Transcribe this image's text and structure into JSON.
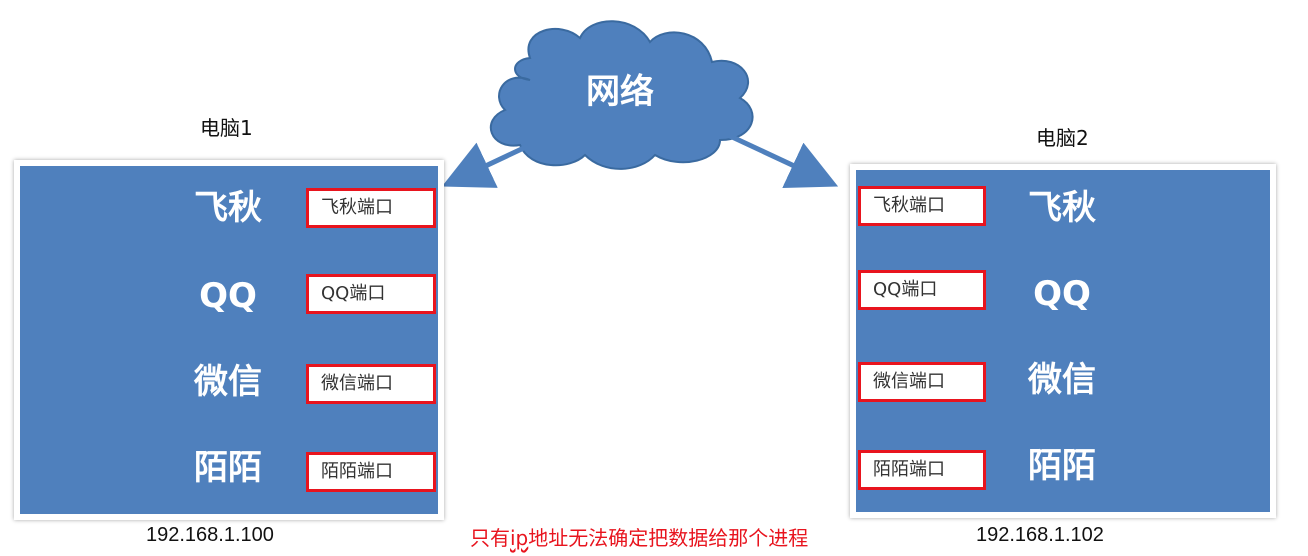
{
  "cloud": {
    "label": "网络"
  },
  "note": {
    "before": "只有",
    "squiggle": "ip",
    "after": "地址无法确定把数据给那个进程"
  },
  "computers": [
    {
      "title": "电脑1",
      "ip": "192.168.1.100",
      "apps": [
        "飞秋",
        "QQ",
        "微信",
        "陌陌"
      ],
      "ports": [
        "飞秋端口",
        "QQ端口",
        "微信端口",
        "陌陌端口"
      ]
    },
    {
      "title": "电脑2",
      "ip": "192.168.1.102",
      "apps": [
        "飞秋",
        "QQ",
        "微信",
        "陌陌"
      ],
      "ports": [
        "飞秋端口",
        "QQ端口",
        "微信端口",
        "陌陌端口"
      ]
    }
  ],
  "colors": {
    "panel": "#4f80bd",
    "port_border": "#e8141e",
    "note": "#e8141e",
    "cloud": "#4f80bd"
  }
}
